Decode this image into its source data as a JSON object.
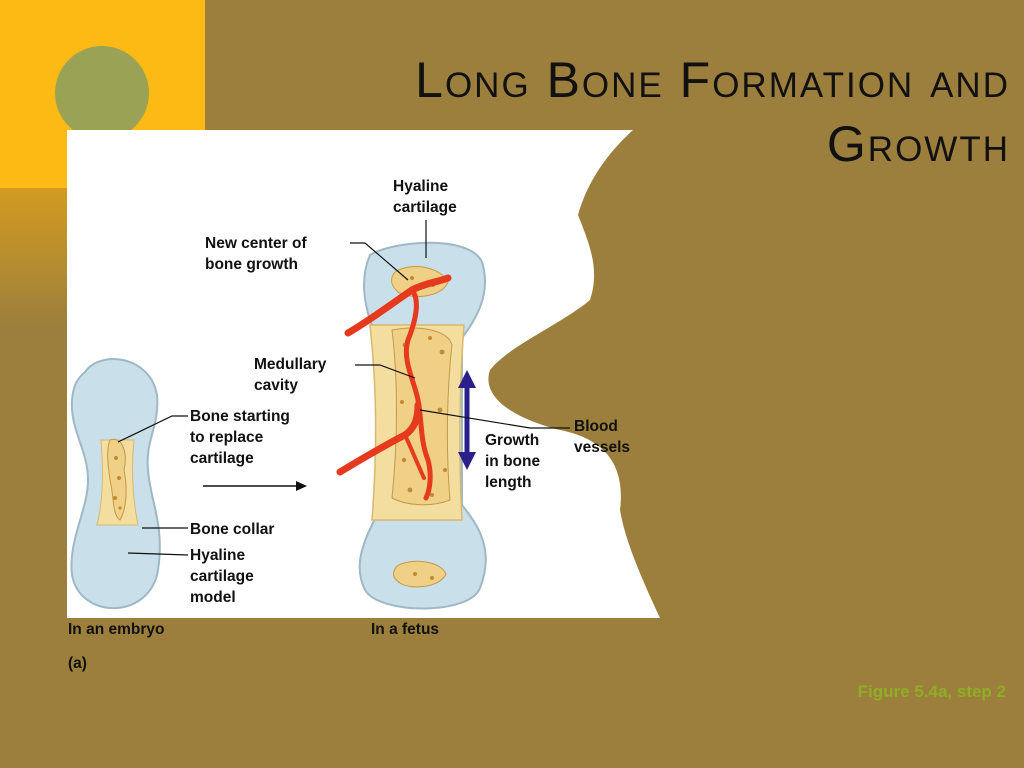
{
  "slide": {
    "title": "Long Bone Formation and Growth",
    "figure_ref": "Figure 5.4a, step 2",
    "colors": {
      "background": "#9c7f3c",
      "accent": "#fdb914",
      "circle": "#9aa255",
      "bone": "#f3dea0",
      "cartilage": "#c9dfe9",
      "vessel": "#e63a1e",
      "arrow": "#2a1f8a"
    }
  },
  "diagram": {
    "labels": {
      "hyaline_cartilage_top": "Hyaline\ncartilage",
      "new_center": "New center of\nbone growth",
      "medullary_cavity": "Medullary\ncavity",
      "bone_starting": "Bone starting\nto replace\ncartilage",
      "blood_vessels": "Blood\nvessels",
      "growth": "Growth\nin bone\nlength",
      "bone_collar": "Bone collar",
      "hyaline_model": "Hyaline\ncartilage\nmodel"
    },
    "captions": {
      "embryo": "In an embryo",
      "fetus": "In a fetus",
      "panel": "(a)"
    }
  }
}
